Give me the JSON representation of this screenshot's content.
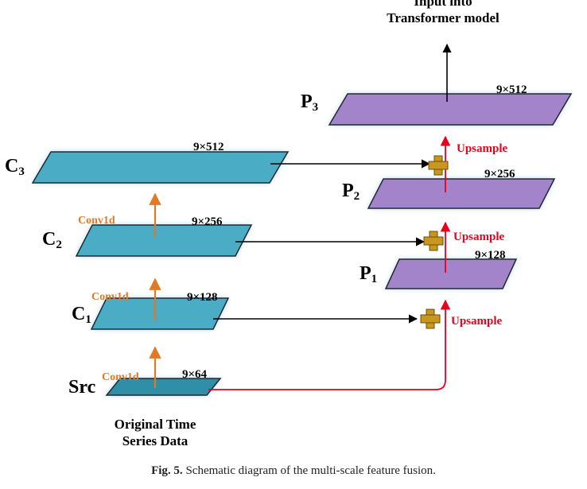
{
  "figure": {
    "top_label": [
      "Input into",
      "Transformer model"
    ],
    "source_label": [
      "Original Time",
      "Series Data"
    ],
    "caption_prefix": "Fig. 5.",
    "caption_text": "Schematic diagram of the multi-scale feature fusion."
  },
  "bottom_up": {
    "src": {
      "name": "Src",
      "dim": "9×64",
      "op": "Conv1d"
    },
    "c1": {
      "name": "C",
      "sub": "1",
      "dim": "9×128",
      "op": "Conv1d"
    },
    "c2": {
      "name": "C",
      "sub": "2",
      "dim": "9×256",
      "op": "Conv1d"
    },
    "c3": {
      "name": "C",
      "sub": "3",
      "dim": "9×512"
    }
  },
  "top_down": {
    "p1": {
      "name": "P",
      "sub": "1",
      "dim": "9×128",
      "op": "Upsample"
    },
    "p2": {
      "name": "P",
      "sub": "2",
      "dim": "9×256",
      "op": "Upsample"
    },
    "p3": {
      "name": "P",
      "sub": "3",
      "dim": "9×512",
      "op": "Upsample"
    }
  },
  "colors": {
    "c_layer": "#4bacc6",
    "c_layer_dark": "#2f8fa8",
    "p_layer": "#a383c9",
    "glow": "#9ec7e0",
    "conv_arrow": "#e07a26",
    "up_arrow": "#e8001c",
    "plus": "#c8971f"
  }
}
